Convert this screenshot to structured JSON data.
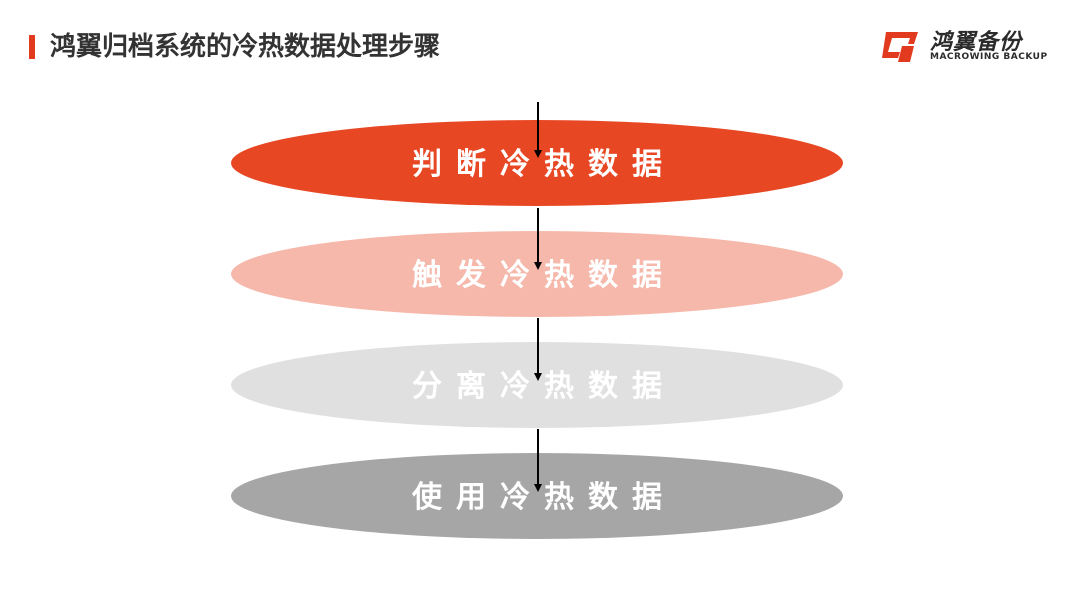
{
  "header": {
    "title": "鸿翼归档系统的冷热数据处理步骤"
  },
  "logo": {
    "name_cn": "鸿翼备份",
    "name_en": "MACROWING BACKUP"
  },
  "steps": [
    {
      "label": "判断冷热数据",
      "color": "#e84724"
    },
    {
      "label": "触发冷热数据",
      "color": "#f5b8aa"
    },
    {
      "label": "分离冷热数据",
      "color": "#e0e0e0"
    },
    {
      "label": "使用冷热数据",
      "color": "#a6a6a6"
    }
  ],
  "colors": {
    "accent": "#e23a1f",
    "arrow": "#000000"
  }
}
